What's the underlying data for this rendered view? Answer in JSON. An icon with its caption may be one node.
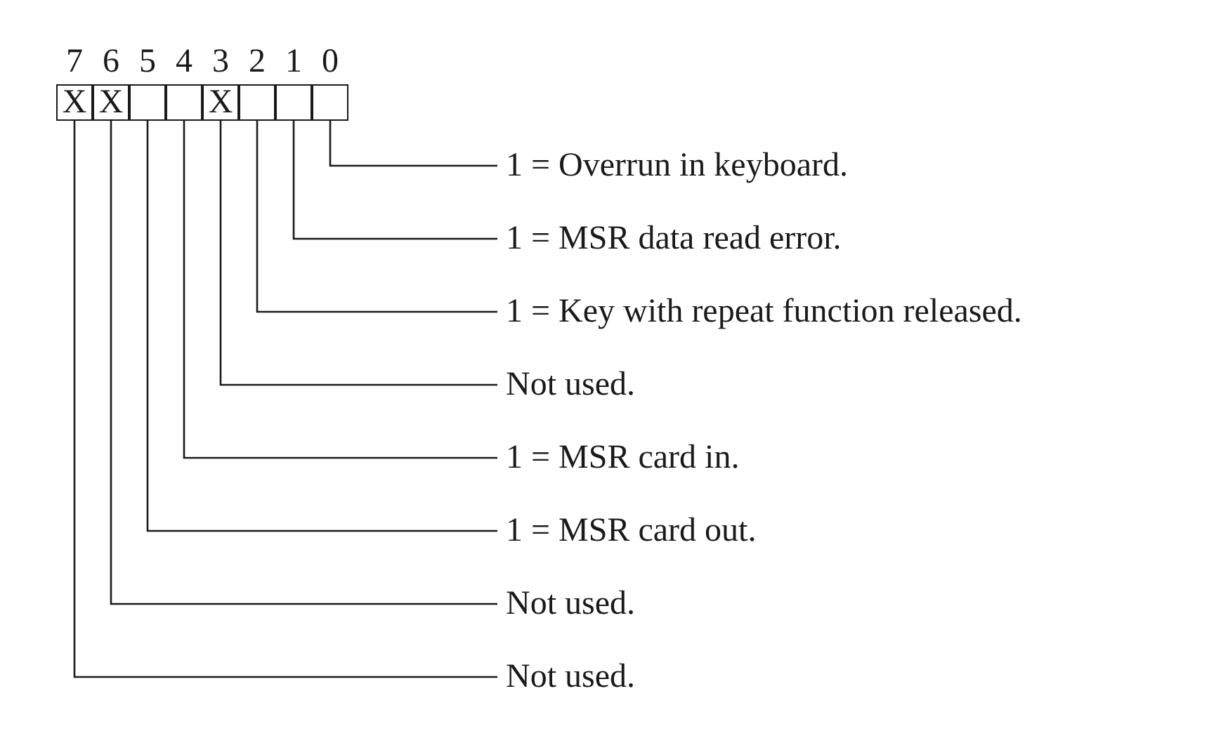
{
  "diagram": {
    "nodes": [
      {
        "text": [
          "X"
        ],
        "beside": [
          "7"
        ]
      },
      {
        "text": [
          "X"
        ],
        "beside": [
          "6"
        ]
      },
      {
        "text": [],
        "shape": "box",
        "beside": [
          "5"
        ]
      },
      {
        "text": [],
        "shape": "box",
        "beside": [
          "4"
        ]
      },
      {
        "text": [
          "X"
        ],
        "beside": [
          "3"
        ]
      },
      {
        "text": [],
        "shape": "box",
        "beside": [
          "2"
        ]
      },
      {
        "text": [],
        "shape": "box",
        "beside": [
          "1"
        ]
      },
      {
        "text": [],
        "shape": "box",
        "beside": [
          "0"
        ]
      },
      {
        "text": [
          "1 = Overrun in keyboard."
        ]
      },
      {
        "text": [
          "1 = MSR data read error."
        ]
      },
      {
        "text": [
          "1 = Key with repeat function released."
        ]
      },
      {
        "text": [
          "Not used."
        ]
      },
      {
        "text": [
          "1 = MSR card in."
        ]
      },
      {
        "text": [
          "1 = MSR card out."
        ]
      },
      {
        "text": [
          "Not used."
        ]
      },
      {
        "text": [
          "Not used."
        ]
      }
    ],
    "edges": [
      {
        "from": 7,
        "to": 8,
        "arrow": "none"
      },
      {
        "from": 6,
        "to": 9,
        "arrow": "none"
      },
      {
        "from": 5,
        "to": 10,
        "arrow": "none"
      },
      {
        "from": 4,
        "to": 11,
        "arrow": "none"
      },
      {
        "from": 3,
        "to": 12,
        "arrow": "none"
      },
      {
        "from": 2,
        "to": 13,
        "arrow": "none"
      },
      {
        "from": 1,
        "to": 14,
        "arrow": "none"
      },
      {
        "from": 0,
        "to": 15,
        "arrow": "none"
      }
    ]
  }
}
